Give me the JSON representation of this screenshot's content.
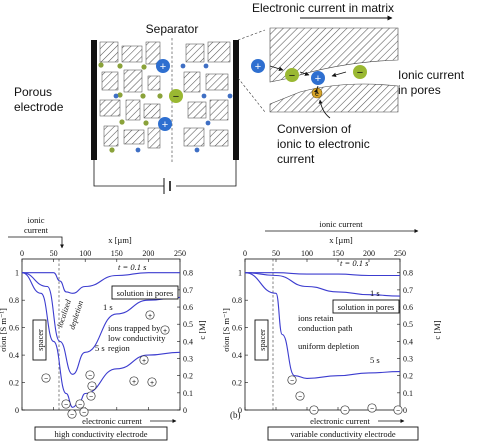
{
  "top": {
    "separator": "Separator",
    "electronic_current_in_matrix": "Electronic current in matrix",
    "porous_line1": "Porous",
    "porous_line2": "electrode",
    "ionic_line1": "Ionic current",
    "ionic_line2": "in pores",
    "conversion_line1": "Conversion of",
    "conversion_line2": "ionic to electronic",
    "conversion_line3": "current",
    "ion_plus": "+",
    "ion_minus": "−",
    "electron": "e"
  },
  "panel_a": {
    "ionic_current_line1": "ionic",
    "ionic_current_line2": "current",
    "x_label": "x [µm]",
    "x_ticks": [
      "0",
      "50",
      "100",
      "150",
      "200",
      "250"
    ],
    "y_left_ticks": [
      "0",
      "0.2",
      "0.4",
      "0.6",
      "0.8",
      "1"
    ],
    "y_right_ticks": [
      "0",
      "0.1",
      "0.2",
      "0.3",
      "0.4",
      "0.5",
      "0.6",
      "0.7",
      "0.8"
    ],
    "y_left_label": "σion [S m⁻¹]",
    "y_right_label": "c [M]",
    "t_label": "t = 0.1 s",
    "t1": "1 s",
    "t5": "5 s",
    "solution": "solution in pores",
    "spacer": "spacer",
    "localized": "localized",
    "depletion": "depletion",
    "trapped_1": "ions trapped by",
    "trapped_2": "low conductivity",
    "trapped_3": "region",
    "electronic_current": "electronic current",
    "caption": "high conductivity electrode",
    "ion_plus": "+",
    "ion_minus": "−"
  },
  "panel_b": {
    "label": "(b)",
    "ionic_current": "ionic current",
    "x_label": "x [µm]",
    "x_ticks": [
      "0",
      "50",
      "100",
      "150",
      "200",
      "250"
    ],
    "y_left_ticks": [
      "0",
      "0.2",
      "0.4",
      "0.6",
      "0.8",
      "1"
    ],
    "y_right_ticks": [
      "0",
      "0.1",
      "0.2",
      "0.3",
      "0.4",
      "0.5",
      "0.6",
      "0.7",
      "0.8"
    ],
    "y_left_label": "σion [S m⁻¹]",
    "y_right_label": "c [M]",
    "t_label": "t = 0.1 s",
    "t1": "1 s",
    "t5": "5 s",
    "solution": "solution in pores",
    "spacer": "spacer",
    "retain_1": "ions retain",
    "retain_2": "conduction path",
    "uniform": "uniform depletion",
    "electronic_current": "electronic current",
    "caption": "variable conductivity electrode",
    "ion_minus": "−"
  },
  "chart_data": [
    {
      "type": "line",
      "xlabel": "x [µm]",
      "ylabel": "σion [S m⁻¹]",
      "y2label": "c [M]",
      "xlim": [
        0,
        250
      ],
      "ylim": [
        0,
        1.1
      ],
      "series": [
        {
          "name": "t = 0.1 s",
          "x": [
            0,
            50,
            60,
            70,
            80,
            100,
            150,
            200,
            250
          ],
          "y": [
            1.0,
            1.0,
            0.94,
            0.86,
            0.85,
            0.9,
            0.98,
            1.0,
            1.0
          ]
        },
        {
          "name": "1 s",
          "x": [
            0,
            40,
            60,
            80,
            100,
            150,
            200,
            250
          ],
          "y": [
            1.0,
            0.9,
            0.5,
            0.26,
            0.42,
            0.7,
            0.8,
            0.82
          ]
        },
        {
          "name": "5 s",
          "x": [
            0,
            30,
            50,
            70,
            80,
            90,
            100,
            150,
            200,
            250
          ],
          "y": [
            1.0,
            0.85,
            0.5,
            0.12,
            0.02,
            0.05,
            0.12,
            0.3,
            0.4,
            0.42
          ]
        }
      ]
    },
    {
      "type": "line",
      "xlabel": "x [µm]",
      "ylabel": "σion [S m⁻¹]",
      "y2label": "c [M]",
      "xlim": [
        0,
        250
      ],
      "ylim": [
        0,
        1.1
      ],
      "series": [
        {
          "name": "t = 0.1 s",
          "x": [
            0,
            50,
            100,
            150,
            200,
            250
          ],
          "y": [
            1.0,
            1.0,
            0.99,
            0.99,
            0.98,
            0.98
          ]
        },
        {
          "name": "1 s",
          "x": [
            0,
            50,
            100,
            150,
            200,
            250
          ],
          "y": [
            1.0,
            0.98,
            0.9,
            0.86,
            0.84,
            0.83
          ]
        },
        {
          "name": "5 s",
          "x": [
            0,
            50,
            60,
            80,
            100,
            150,
            200,
            250
          ],
          "y": [
            1.0,
            0.85,
            0.55,
            0.25,
            0.23,
            0.25,
            0.27,
            0.28
          ]
        }
      ]
    }
  ]
}
